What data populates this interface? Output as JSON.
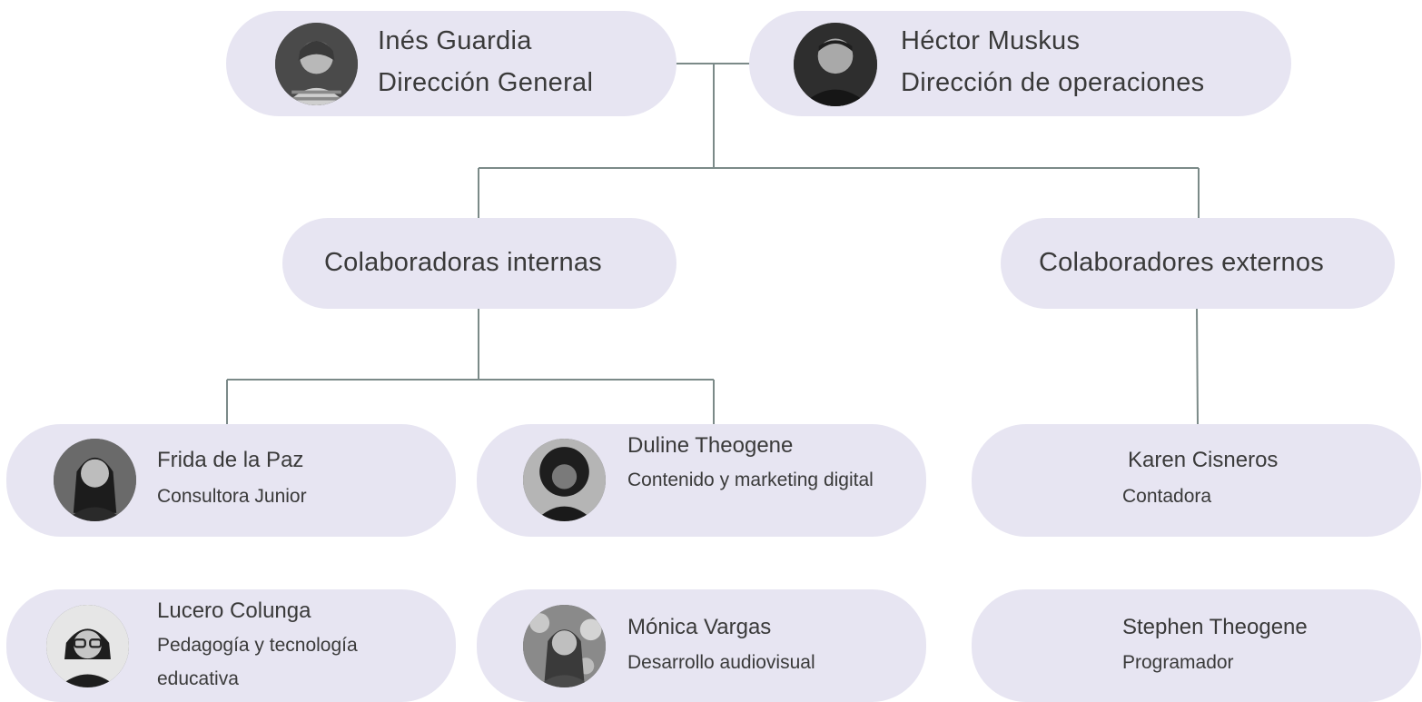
{
  "leaders": [
    {
      "name": "Inés Guardia",
      "role": "Dirección General"
    },
    {
      "name": "Héctor Muskus",
      "role": "Dirección de operaciones"
    }
  ],
  "groups": {
    "internal": "Colaboradoras internas",
    "external": "Colaboradores externos"
  },
  "internal_members": [
    {
      "name": "Frida de la Paz",
      "role": "Consultora Junior"
    },
    {
      "name": "Duline Theogene",
      "role": "Contenido y marketing digital"
    },
    {
      "name": "Lucero Colunga",
      "role": "Pedagogía y tecnología educativa"
    },
    {
      "name": "Mónica Vargas",
      "role": "Desarrollo audiovisual"
    }
  ],
  "external_members": [
    {
      "name": "Karen Cisneros",
      "role": "Contadora"
    },
    {
      "name": "Stephen Theogene",
      "role": "Programador"
    }
  ],
  "colors": {
    "pill": "#e7e5f2",
    "connector": "#7b8a88",
    "text": "#3a3a3a"
  }
}
